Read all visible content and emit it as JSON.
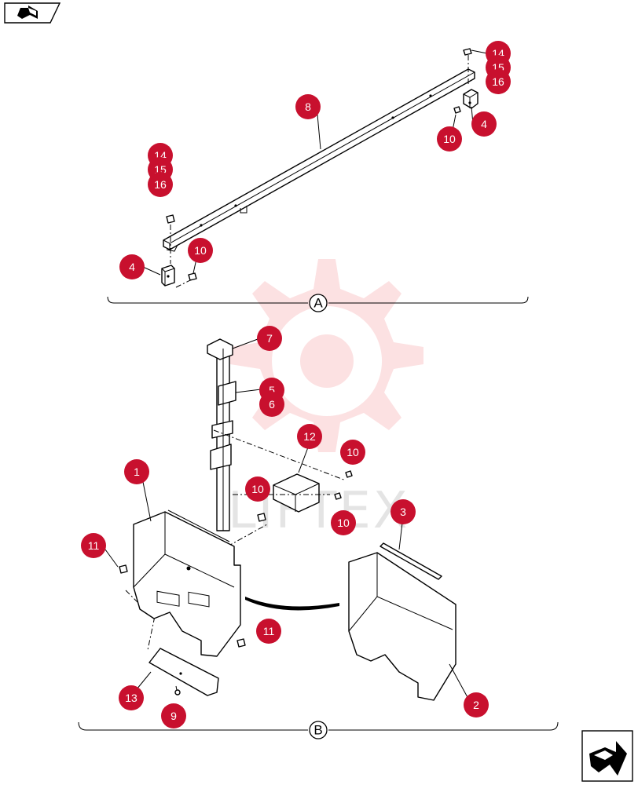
{
  "watermark": {
    "text": "LIFTEX",
    "color": "#e8141c"
  },
  "colors": {
    "callout": "#c8102e",
    "callout_text": "#ffffff",
    "line": "#000000"
  },
  "nav": {
    "back_icon": "arrow-left-icon",
    "next_icon": "arrow-right-icon"
  },
  "sections": [
    {
      "id": "A",
      "label": "A"
    },
    {
      "id": "B",
      "label": "B"
    }
  ],
  "callouts": [
    {
      "id": "c14-right",
      "label": "14"
    },
    {
      "id": "c15-right",
      "label": "15"
    },
    {
      "id": "c16-right",
      "label": "16"
    },
    {
      "id": "c8",
      "label": "8"
    },
    {
      "id": "c4-right",
      "label": "4"
    },
    {
      "id": "c10-right",
      "label": "10"
    },
    {
      "id": "c14-left",
      "label": "14"
    },
    {
      "id": "c15-left",
      "label": "15"
    },
    {
      "id": "c16-left",
      "label": "16"
    },
    {
      "id": "c10-left",
      "label": "10"
    },
    {
      "id": "c4-left",
      "label": "4"
    },
    {
      "id": "c7",
      "label": "7"
    },
    {
      "id": "c5",
      "label": "5"
    },
    {
      "id": "c6",
      "label": "6"
    },
    {
      "id": "c12",
      "label": "12"
    },
    {
      "id": "c10-b1",
      "label": "10"
    },
    {
      "id": "c10-b2",
      "label": "10"
    },
    {
      "id": "c10-b3",
      "label": "10"
    },
    {
      "id": "c3",
      "label": "3"
    },
    {
      "id": "c1",
      "label": "1"
    },
    {
      "id": "c11-top",
      "label": "11"
    },
    {
      "id": "c11-bottom",
      "label": "11"
    },
    {
      "id": "c2",
      "label": "2"
    },
    {
      "id": "c13",
      "label": "13"
    },
    {
      "id": "c9",
      "label": "9"
    }
  ]
}
